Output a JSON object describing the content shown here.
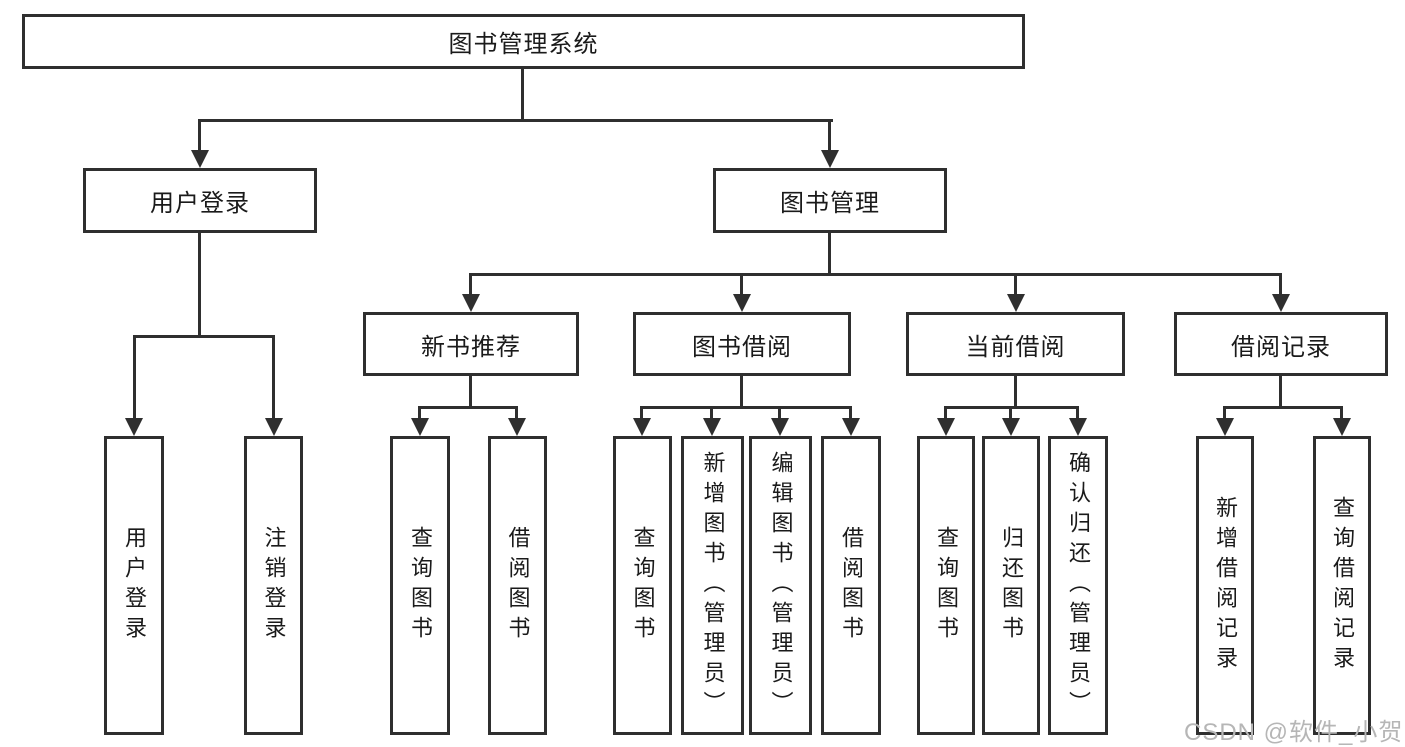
{
  "page": {
    "background": "#ffffff"
  },
  "diagram": {
    "title": "图书管理系统",
    "line_color": "#2f2f2f",
    "text_color": "#1a1a1a",
    "branches": {
      "user_login": {
        "label": "用户登录",
        "leaves": [
          "用户登录",
          "注销登录"
        ]
      },
      "book_mgmt": {
        "label": "图书管理",
        "sections": [
          {
            "label": "新书推荐",
            "leaves": [
              "查询图书",
              "借阅图书"
            ]
          },
          {
            "label": "图书借阅",
            "leaves": [
              "查询图书",
              "新增图书（管理员）",
              "编辑图书（管理员）",
              "借阅图书"
            ]
          },
          {
            "label": "当前借阅",
            "leaves": [
              "查询图书",
              "归还图书",
              "确认归还（管理员）"
            ]
          },
          {
            "label": "借阅记录",
            "leaves": [
              "新增借阅记录",
              "查询借阅记录"
            ]
          }
        ]
      }
    }
  },
  "watermark": {
    "text": "CSDN @软件_小贺同学",
    "color": "#b6b6b6"
  }
}
